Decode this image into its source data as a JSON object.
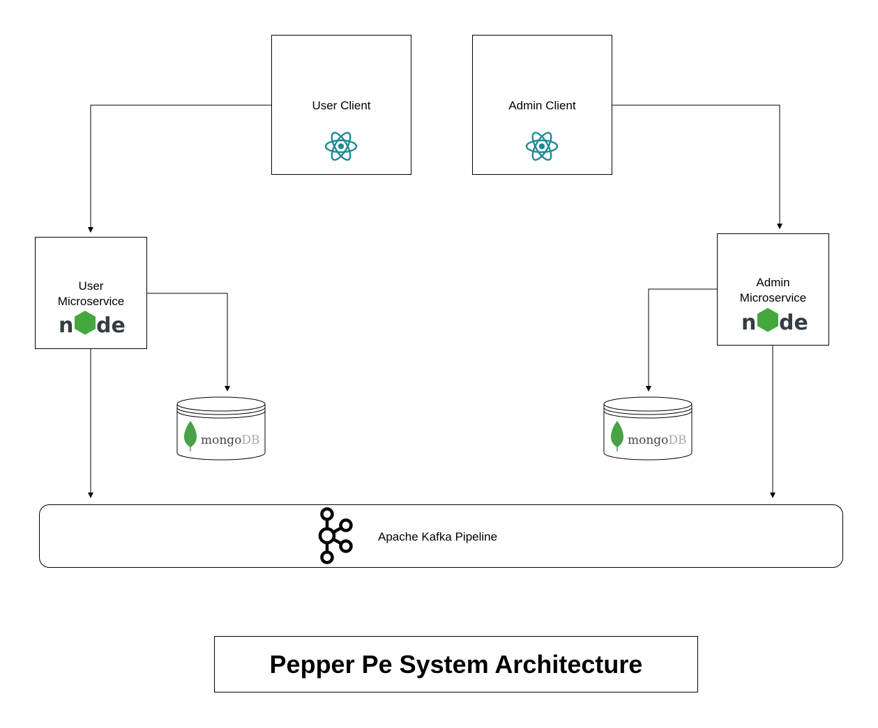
{
  "nodes": {
    "user_client": {
      "label": "User Client",
      "icon": "react-icon"
    },
    "admin_client": {
      "label": "Admin Client",
      "icon": "react-icon"
    },
    "user_service": {
      "label_line1": "User",
      "label_line2": "Microservice",
      "icon": "nodejs-logo",
      "logo_text_a": "n",
      "logo_text_b": "de"
    },
    "admin_service": {
      "label_line1": "Admin",
      "label_line2": "Microservice",
      "icon": "nodejs-logo",
      "logo_text_a": "n",
      "logo_text_b": "de"
    },
    "user_db": {
      "logo_text_a": "mongo",
      "logo_text_b": "DB",
      "icon": "mongodb-logo"
    },
    "admin_db": {
      "logo_text_a": "mongo",
      "logo_text_b": "DB",
      "icon": "mongodb-logo"
    },
    "kafka": {
      "label": "Apache Kafka Pipeline",
      "icon": "kafka-icon"
    }
  },
  "edges": [
    {
      "from": "user_client",
      "to": "user_service"
    },
    {
      "from": "admin_client",
      "to": "admin_service"
    },
    {
      "from": "user_service",
      "to": "user_db"
    },
    {
      "from": "admin_service",
      "to": "admin_db"
    },
    {
      "from": "user_service",
      "to": "kafka"
    },
    {
      "from": "admin_service",
      "to": "kafka"
    }
  ],
  "title": "Pepper Pe System Architecture",
  "colors": {
    "react": "#1e8a94",
    "node_green": "#44a83f",
    "node_dark": "#333d42",
    "mongo_green": "#4aa148",
    "mongo_gray": "#a8a8a8"
  }
}
